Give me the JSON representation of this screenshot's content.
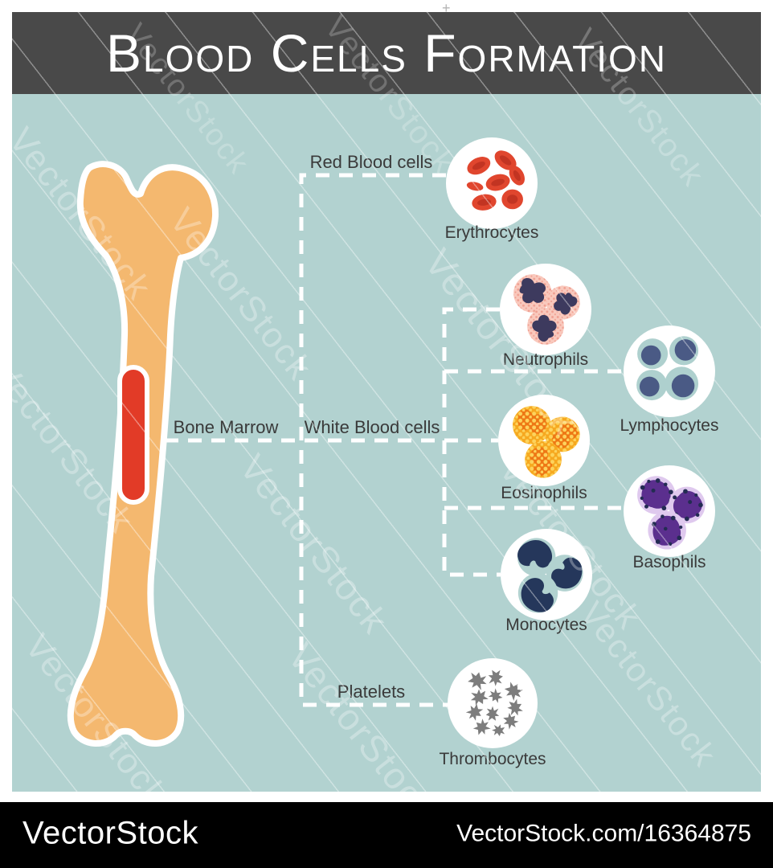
{
  "header": {
    "title": "Blood Cells Formation"
  },
  "diagram": {
    "bone_marrow_label": "Bone Marrow",
    "branch_labels": {
      "red_blood_cells": "Red Blood cells",
      "white_blood_cells": "White Blood cells",
      "platelets": "Platelets"
    },
    "cell_labels": {
      "erythrocytes": "Erythrocytes",
      "neutrophils": "Neutrophils",
      "lymphocytes": "Lymphocytes",
      "eosinophils": "Eosinophils",
      "basophils": "Basophils",
      "monocytes": "Monocytes",
      "thrombocytes": "Thrombocytes"
    }
  },
  "watermark": {
    "text": "VectorStock",
    "plus_mark": "+"
  },
  "footer": {
    "brand": "VectorStock",
    "url": "VectorStock.com/16364875"
  },
  "colors": {
    "bg_teal": "#b2d2d0",
    "header_bg": "#494949",
    "title_color": "#ffffff",
    "label_color": "#3a3a3a",
    "dashed_line": "#ffffff",
    "bone_fill": "#f4b86f",
    "marrow_red": "#e23b27",
    "rbc_red": "#e0462e",
    "rbc_dark": "#c23422",
    "neutrophil_body": "#f9c9bd",
    "neutrophil_dots": "#f0a092",
    "neutrophil_nucleus": "#3d3a5e",
    "lymphocyte_halo": "#aed0ce",
    "lymphocyte_nucleus": "#4a5a85",
    "eosinophil_body": "#f6a81f",
    "eosinophil_dots": "#fdd35c",
    "eosinophil_nucleus": "#ee7714",
    "basophil_body": "#dfc9ee",
    "basophil_nucleus": "#5b2f8e",
    "basophil_dots": "#232c52",
    "monocyte_body": "#b2d2d0",
    "monocyte_nucleus": "#25375b",
    "platelet_gray": "#7d7d7d",
    "footer_bg": "#000000"
  }
}
